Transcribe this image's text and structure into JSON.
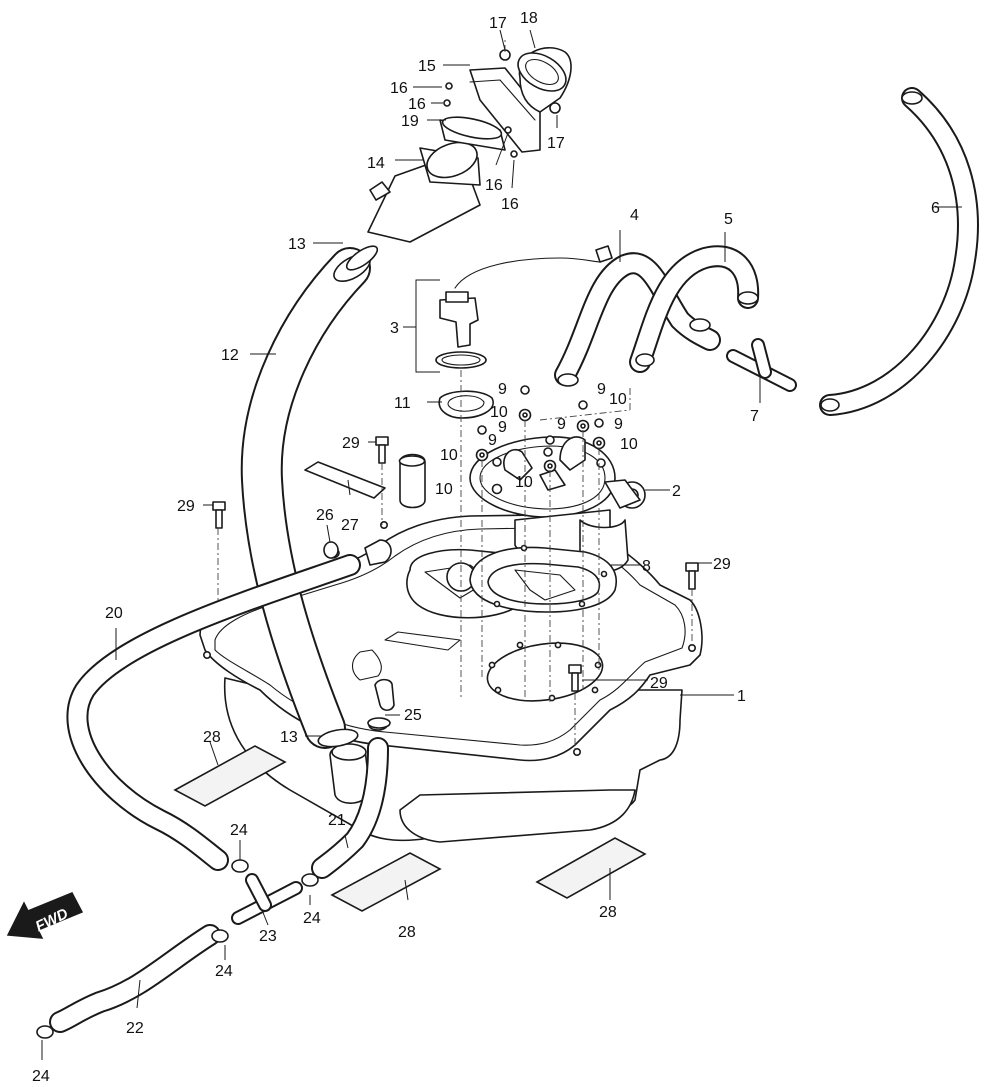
{
  "diagram": {
    "direction_marker": "FWD",
    "callouts": [
      "1",
      "2",
      "3",
      "4",
      "5",
      "6",
      "7",
      "8",
      "9",
      "10",
      "11",
      "12",
      "13",
      "14",
      "15",
      "16",
      "17",
      "18",
      "19",
      "20",
      "21",
      "22",
      "23",
      "24",
      "25",
      "26",
      "27",
      "28",
      "29"
    ]
  }
}
